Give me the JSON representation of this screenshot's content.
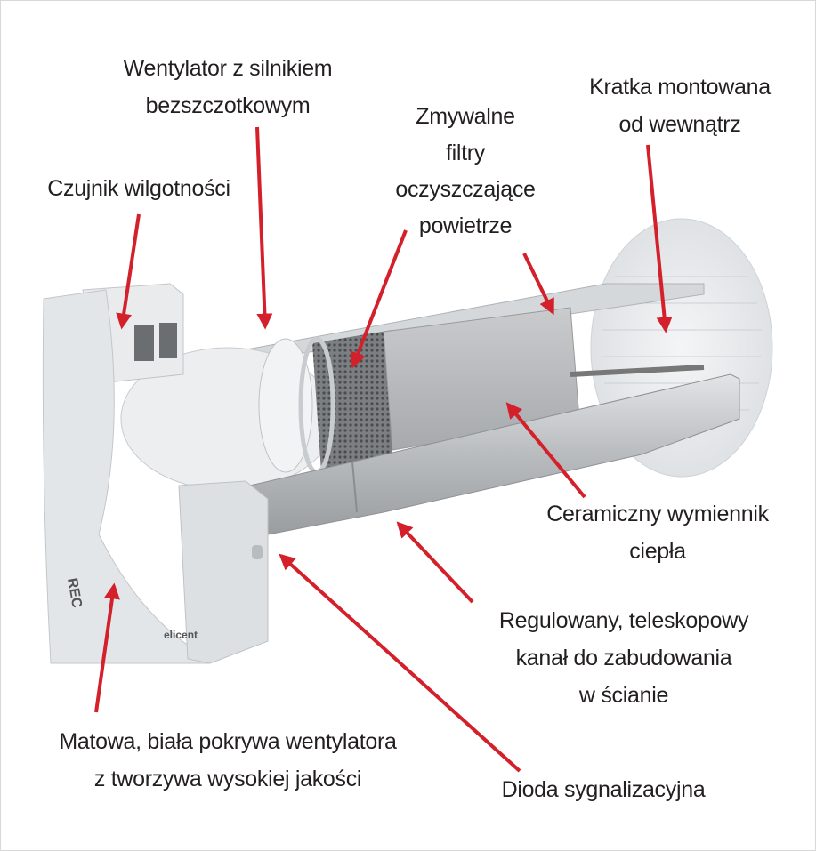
{
  "labels": {
    "fan": [
      "Wentylator z silnikiem",
      "bezszczotkowym"
    ],
    "humidity_sensor": [
      "Czujnik wilgotności"
    ],
    "filters": [
      "Zmywalne",
      "filtry",
      "oczyszczające",
      "powietrze"
    ],
    "grille": [
      "Kratka montowana",
      "od wewnątrz"
    ],
    "heat_exchanger": [
      "Ceramiczny wymiennik",
      "ciepła"
    ],
    "duct": [
      "Regulowany, teleskopowy",
      "kanał do zabudowania",
      "w ścianie"
    ],
    "cover": [
      "Matowa, biała pokrywa wentylatora",
      "z tworzywa wysokiej jakości"
    ],
    "led": [
      "Dioda sygnalizacyjna"
    ]
  },
  "product_marks": {
    "logo": "REC",
    "brand": "elicent"
  },
  "colors": {
    "arrow": "#d3202a",
    "text": "#231f20"
  }
}
